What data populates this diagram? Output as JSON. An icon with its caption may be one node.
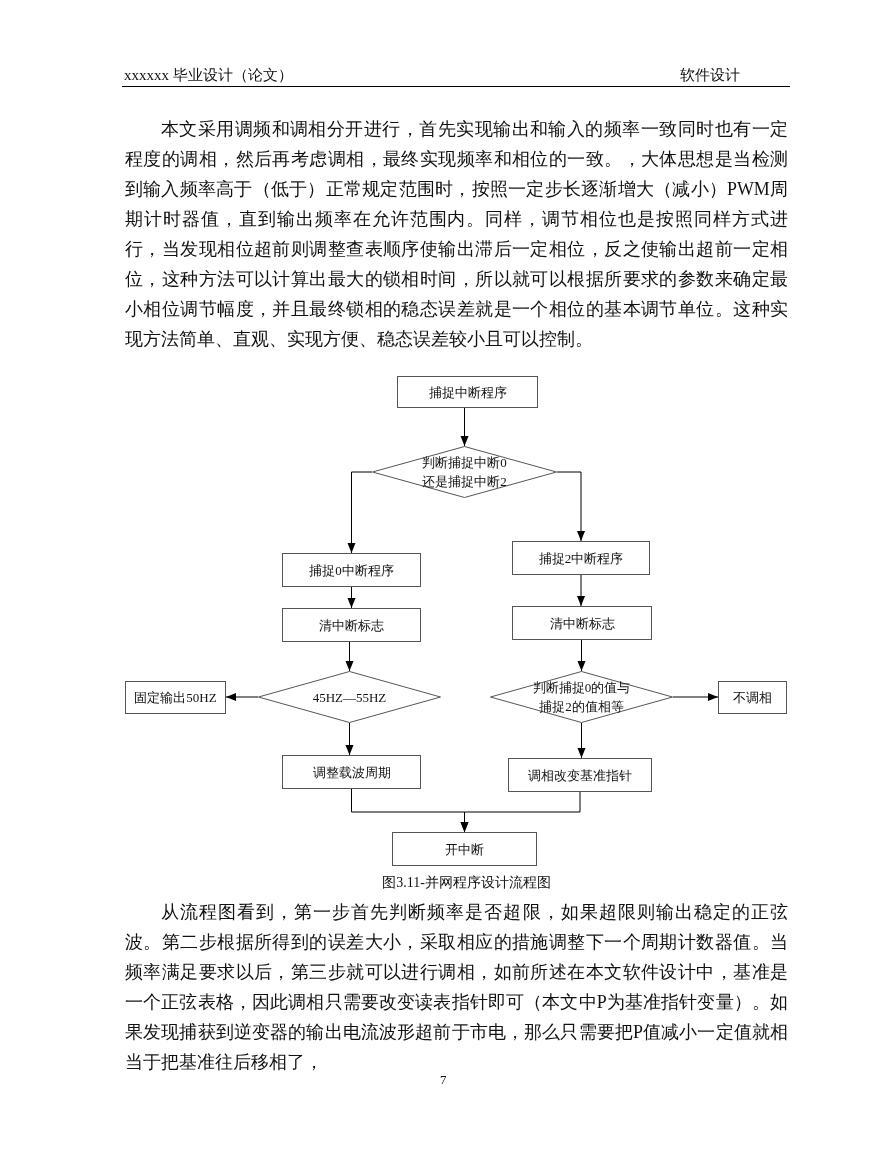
{
  "diagram": {
    "caption": "图3.11-并网程序设计流程图",
    "nodes": [
      {
        "text": [
          "捕捉中断程序"
        ]
      },
      {
        "text": [
          "判断捕捉中断0还是捕捉中断2"
        ]
      },
      {
        "text": [
          "捕捉0中断程序"
        ]
      },
      {
        "text": [
          "捕捉2中断程序"
        ]
      },
      {
        "text": [
          "清中断标志"
        ]
      },
      {
        "text": [
          "清中断标志"
        ]
      },
      {
        "text": [
          "45HZ—55HZ"
        ]
      },
      {
        "text": [
          "固定输出50HZ"
        ]
      },
      {
        "text": [
          "判断捕捉0的值与捕捉2的值相等"
        ]
      },
      {
        "text": [
          "不调相"
        ]
      },
      {
        "text": [
          "调整载波周期"
        ]
      },
      {
        "text": [
          "调相改变基准指针"
        ]
      },
      {
        "text": [
          "开中断"
        ]
      }
    ],
    "edges": [
      {
        "from": 0,
        "to": 1,
        "arrow": "to"
      },
      {
        "from": 1,
        "to": 2,
        "arrow": "to"
      },
      {
        "from": 1,
        "to": 3,
        "arrow": "to"
      },
      {
        "from": 2,
        "to": 4,
        "arrow": "to"
      },
      {
        "from": 3,
        "to": 5,
        "arrow": "to"
      },
      {
        "from": 4,
        "to": 6,
        "arrow": "to"
      },
      {
        "from": 5,
        "to": 8,
        "arrow": "to"
      },
      {
        "from": 6,
        "to": 7,
        "arrow": "to"
      },
      {
        "from": 8,
        "to": 9,
        "arrow": "to"
      },
      {
        "from": 6,
        "to": 10,
        "arrow": "to"
      },
      {
        "from": 8,
        "to": 11,
        "arrow": "to"
      },
      {
        "from": 10,
        "to": 12,
        "arrow": "to"
      },
      {
        "from": 11,
        "to": 12,
        "arrow": "to"
      }
    ],
    "labels": [
      "xxxxxx 毕业设计（论文）",
      "软件设计",
      "本文采用调频和调相分开进行，首先实现输出和输入的频率一致同时也有一定程度的调相，然后再考虑调相，最终实现频率和相位的一致。，大体思想是当检测到输入频率高于（低于）正常规定范围时，按照一定步长逐渐增大（减小）PWM周期计时器值，直到输出频率在允许范围内。同样，调节相位也是按照同样方式进行，当发现相位超前则调整查表顺序使输出滞后一定相位，反之使输出超前一定相位，这种方法可以计算出最大的锁相时间，所以就可以根据所要求的参数来确定最小相位调节幅度，并且最终锁相的稳态误差就是一个相位的基本调节单位。这种实现方法简单、直观、实现方便、稳态误差较小且可以控制。",
      "从流程图看到，第一步首先判断频率是否超限，如果超限则输出稳定的正弦波。第二步根据所得到的误差大小，采取相应的措施调整下一个周期计数器值。当频率满足要求以后，第三步就可以进行调相，如前所述在本文软件设计中，基准是一个正弦表格，因此调相只需要改变读表指针即可（本文中P为基准指针变量）。如果发现捕获到逆变器的输出电流波形超前于市电，那么只需要把P值减小一定值就相当于把基准往后移相了，",
      "7"
    ]
  }
}
